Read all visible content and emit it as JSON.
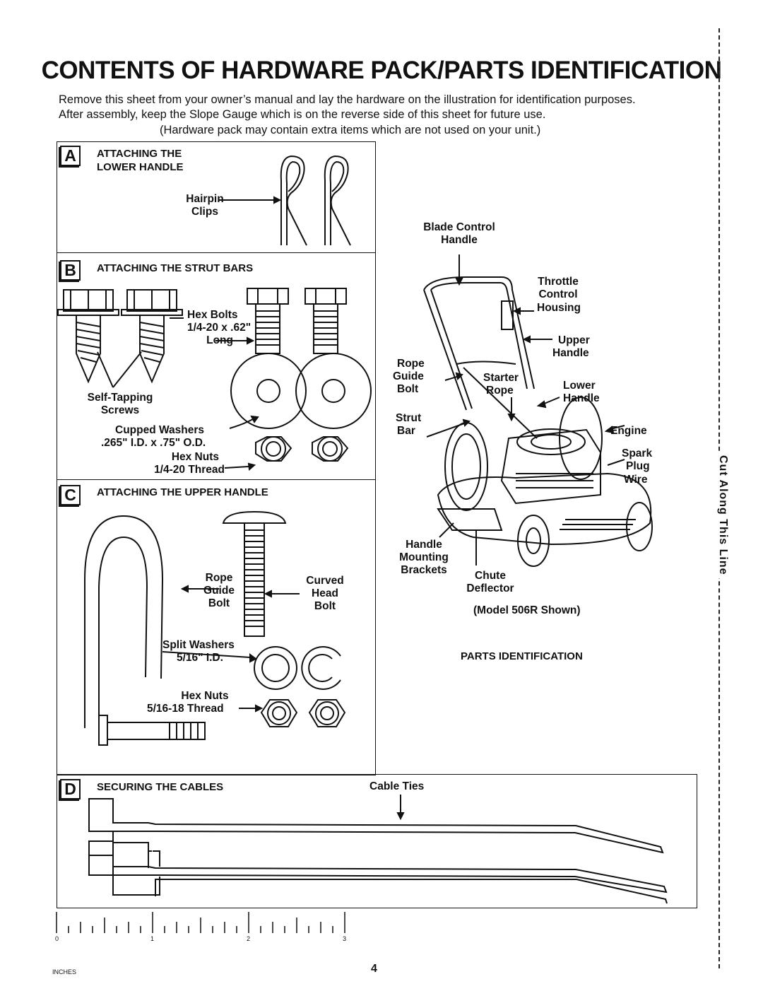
{
  "title": "CONTENTS OF HARDWARE PACK/PARTS IDENTIFICATION",
  "intro": {
    "line1": "Remove this sheet from your owner’s manual and lay the hardware on the illustration for identification purposes.",
    "line2": "After assembly, keep the Slope Gauge which is on the reverse side of this sheet for future use.",
    "line3": "(Hardware pack may contain extra items which are not used on your unit.)"
  },
  "section_a": {
    "letter": "A",
    "heading_line1": "ATTACHING THE",
    "heading_line2": "LOWER HANDLE",
    "hairpin_line1": "Hairpin",
    "hairpin_line2": "Clips"
  },
  "section_b": {
    "letter": "B",
    "heading": "ATTACHING THE STRUT BARS",
    "hex_bolts_line1": "Hex Bolts",
    "hex_bolts_line2": "1/4-20 x .62\"",
    "hex_bolts_line3": "Long",
    "self_tapping_line1": "Self-Tapping",
    "self_tapping_line2": "Screws",
    "cupped_line1": "Cupped Washers",
    "cupped_line2": ".265\" I.D. x .75\" O.D.",
    "hexnuts_line1": "Hex Nuts",
    "hexnuts_line2": "1/4-20 Thread"
  },
  "section_c": {
    "letter": "C",
    "heading": "ATTACHING THE UPPER HANDLE",
    "rope_guide_line1": "Rope",
    "rope_guide_line2": "Guide",
    "rope_guide_line3": "Bolt",
    "curved_line1": "Curved",
    "curved_line2": "Head",
    "curved_line3": "Bolt",
    "split_line1": "Split Washers",
    "split_line2": "5/16\" I.D.",
    "hexnuts_line1": "Hex Nuts",
    "hexnuts_line2": "5/16-18 Thread"
  },
  "mower": {
    "blade_control_line1": "Blade Control",
    "blade_control_line2": "Handle",
    "throttle_line1": "Throttle",
    "throttle_line2": "Control",
    "throttle_line3": "Housing",
    "upper_handle_line1": "Upper",
    "upper_handle_line2": "Handle",
    "rope_guide_line1": "Rope",
    "rope_guide_line2": "Guide",
    "rope_guide_line3": "Bolt",
    "starter_line1": "Starter",
    "starter_line2": "Rope",
    "lower_handle_line1": "Lower",
    "lower_handle_line2": "Handle",
    "strut_line1": "Strut",
    "strut_line2": "Bar",
    "engine": "Engine",
    "spark_line1": "Spark",
    "spark_line2": "Plug",
    "spark_line3": "Wire",
    "handle_mount_line1": "Handle",
    "handle_mount_line2": "Mounting",
    "handle_mount_line3": "Brackets",
    "chute_line1": "Chute",
    "chute_line2": "Deflector",
    "model": "(Model 506R Shown)",
    "parts_heading": "PARTS IDENTIFICATION"
  },
  "section_d": {
    "letter": "D",
    "heading": "SECURING THE CABLES",
    "cable_ties": "Cable Ties"
  },
  "ruler": {
    "n0": "0",
    "n1": "1",
    "n2": "2",
    "n3": "3",
    "unit": "INCHES"
  },
  "cut_line": "Cut Along This Line",
  "page_number": "4"
}
